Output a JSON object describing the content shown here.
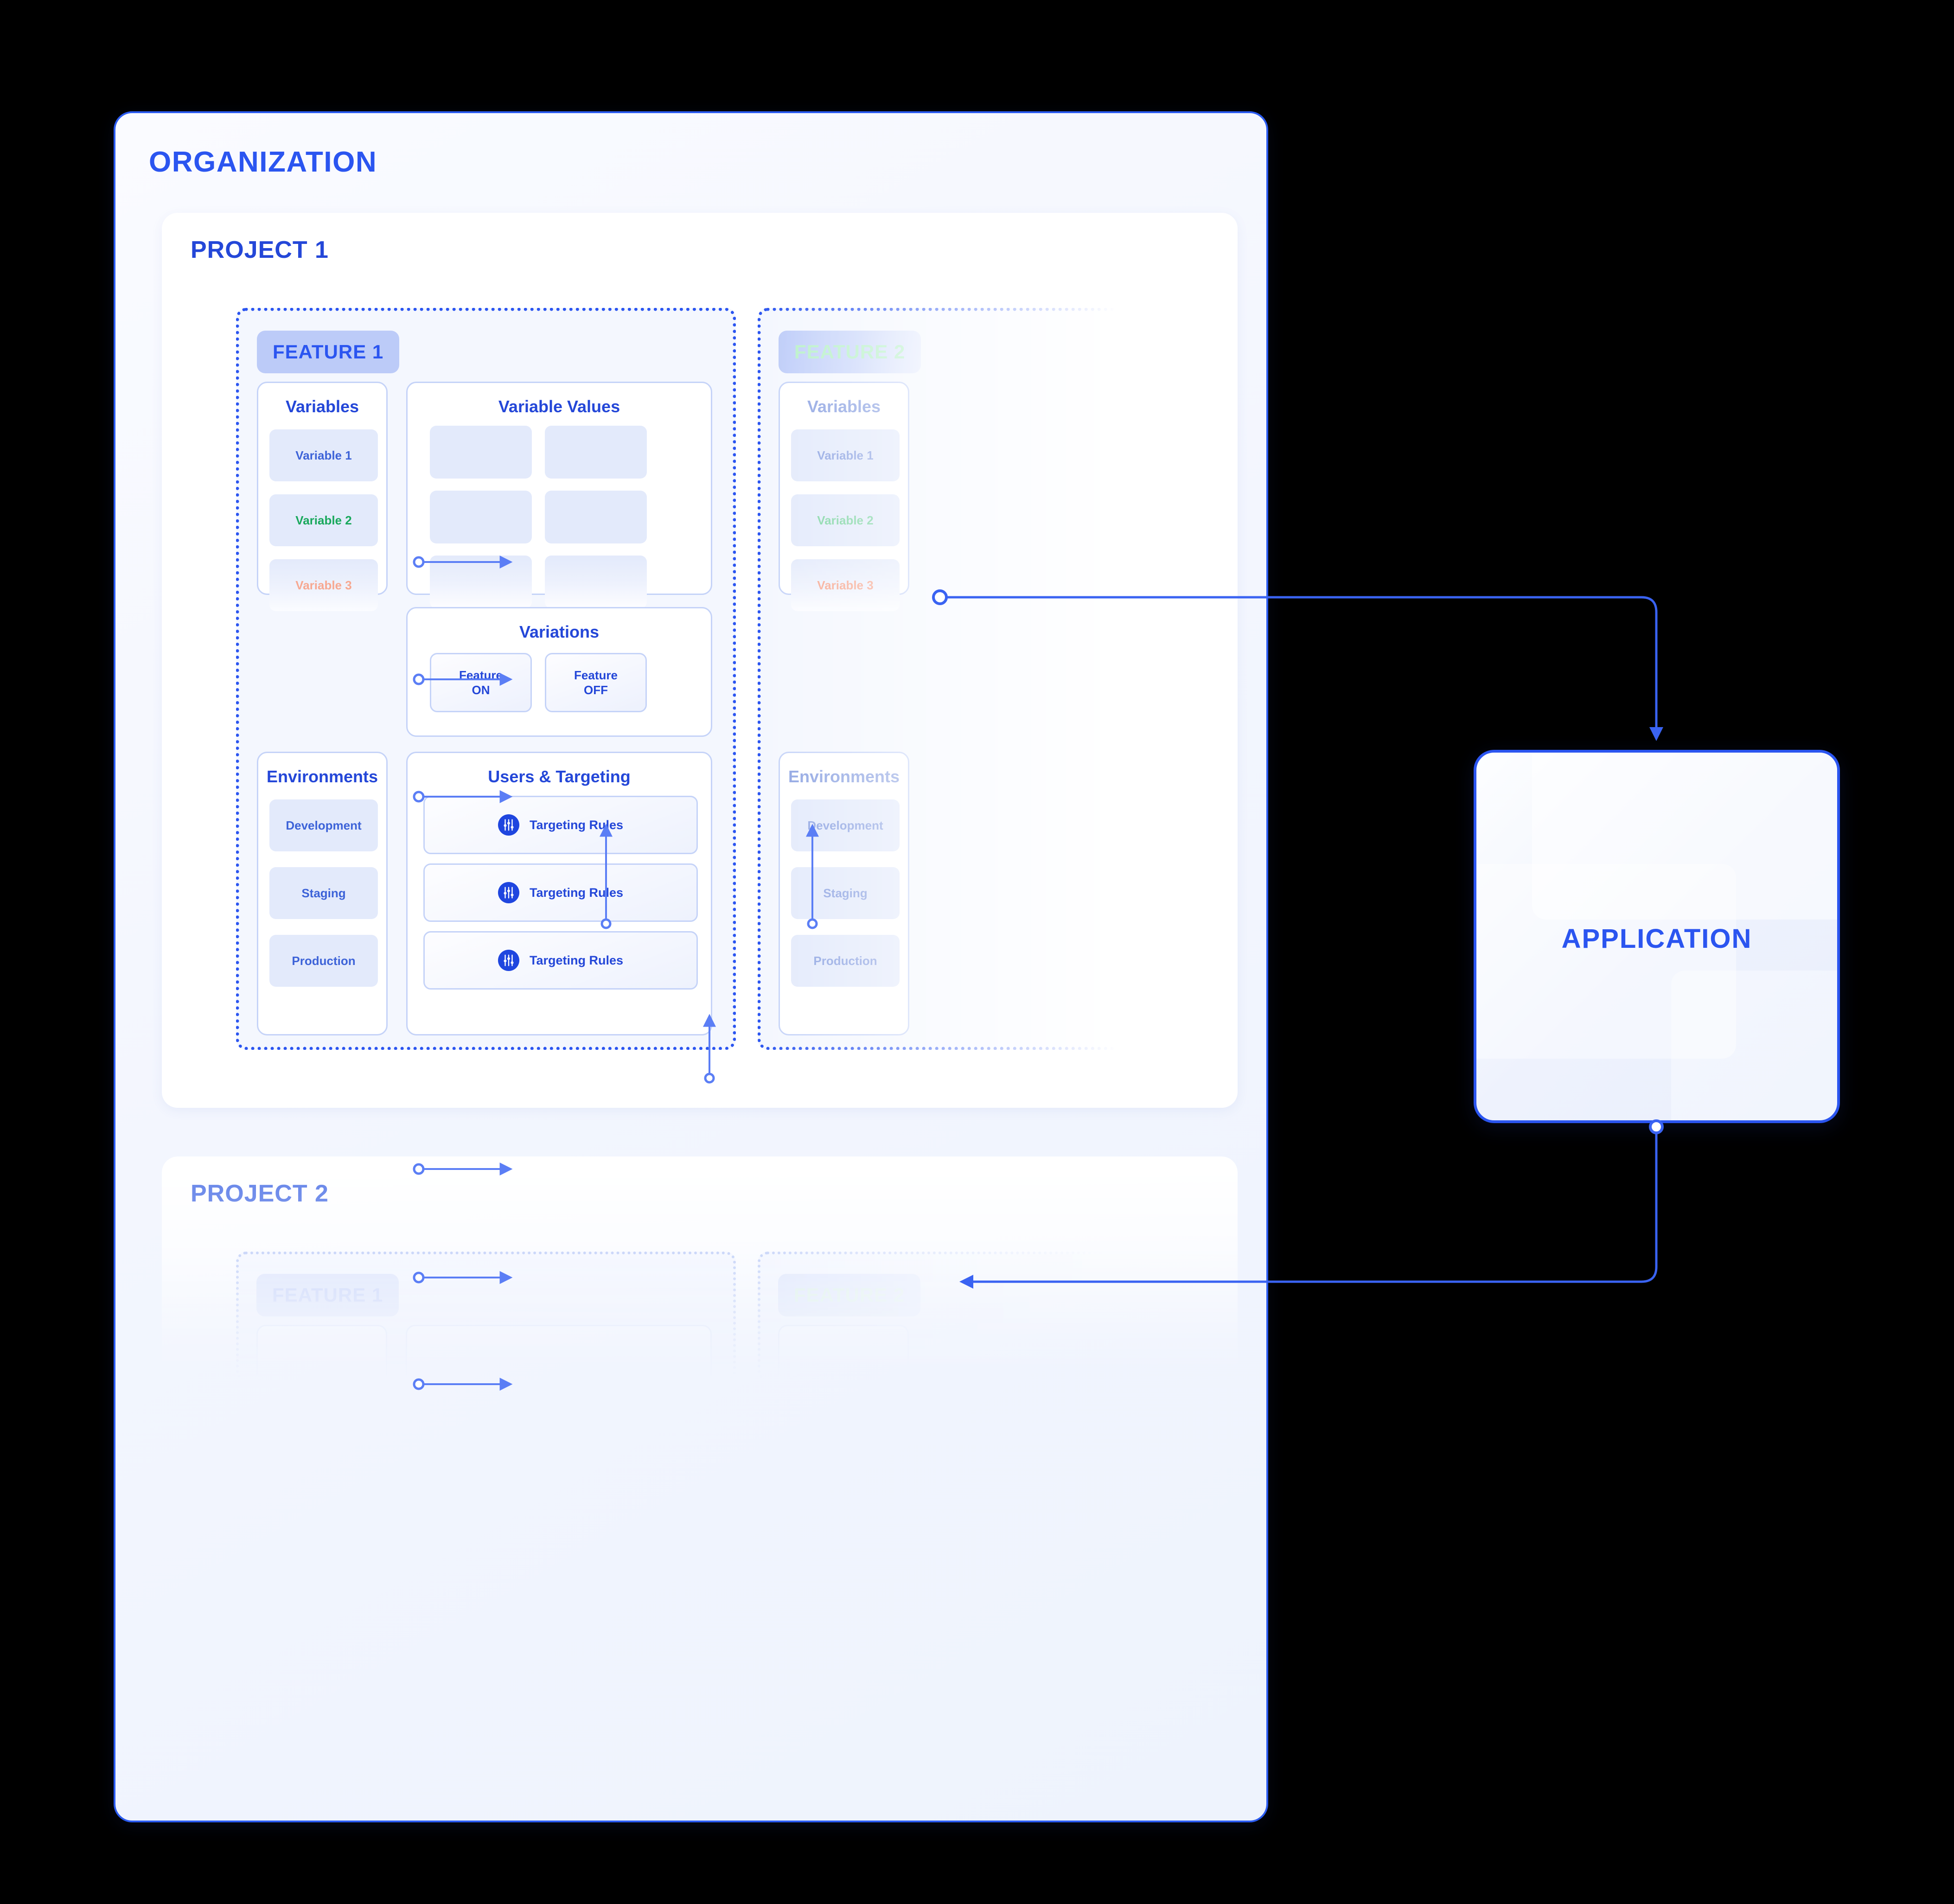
{
  "organization": {
    "title": "ORGANIZATION"
  },
  "projects": [
    {
      "title": "PROJECT 1"
    },
    {
      "title": "PROJECT 2"
    }
  ],
  "features": [
    {
      "badge": "FEATURE 1"
    },
    {
      "badge": "FEATURE 2"
    }
  ],
  "project2_features": [
    {
      "badge": "FEATURE 1"
    },
    {
      "badge": "FEATURE 2"
    }
  ],
  "panels": {
    "variables": {
      "title": "Variables"
    },
    "variable_values": {
      "title": "Variable Values"
    },
    "variations": {
      "title": "Variations"
    },
    "environments": {
      "title": "Environments"
    },
    "users_targeting": {
      "title": "Users & Targeting"
    }
  },
  "variables": [
    {
      "label": "Variable 1",
      "color": "#3d63d8"
    },
    {
      "label": "Variable 2",
      "color": "#19a85c"
    },
    {
      "label": "Variable 3",
      "color": "#f7a891"
    }
  ],
  "variations": [
    {
      "line1": "Feature",
      "line2": "ON"
    },
    {
      "line1": "Feature",
      "line2": "OFF"
    }
  ],
  "environments": [
    {
      "label": "Development"
    },
    {
      "label": "Staging"
    },
    {
      "label": "Production"
    }
  ],
  "targeting_rules": [
    {
      "label": "Targeting Rules",
      "icon": "sliders-icon"
    },
    {
      "label": "Targeting Rules",
      "icon": "sliders-icon"
    },
    {
      "label": "Targeting Rules",
      "icon": "sliders-icon"
    }
  ],
  "application": {
    "title": "APPLICATION"
  },
  "colors": {
    "accent_blue": "#2b55f0",
    "deep_blue": "#2447d8",
    "pill_bg": "#e3eafb",
    "badge_bg": "#bccbf8",
    "green": "#19a85c",
    "salmon": "#f7a891",
    "panel_border": "#c5d3f8",
    "canvas": "#000000"
  }
}
